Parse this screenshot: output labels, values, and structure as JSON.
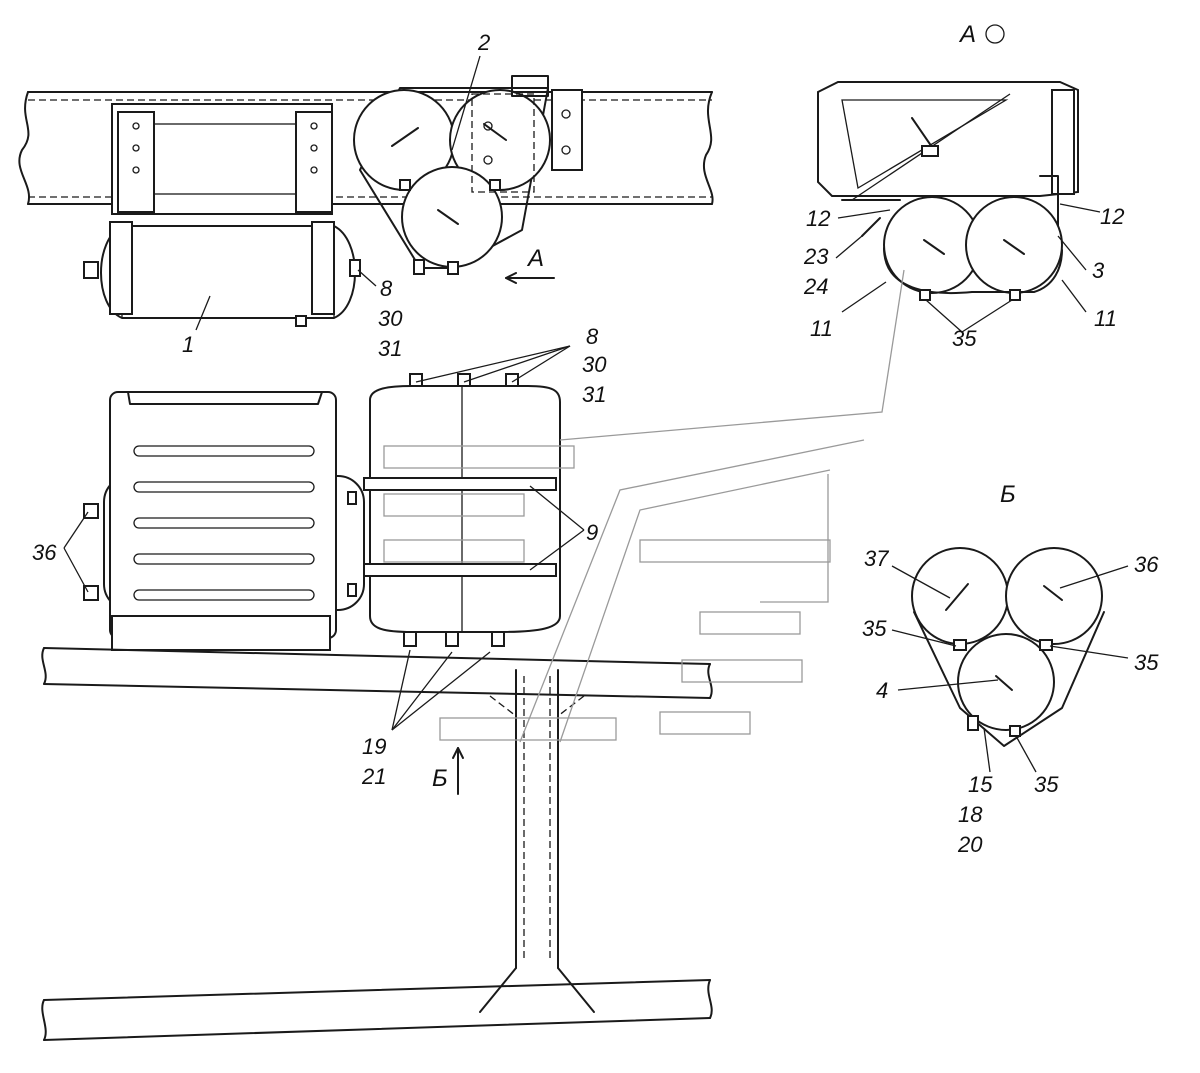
{
  "views": {
    "a_title": "А",
    "b_title": "Б",
    "a_arrow": "А",
    "b_arrow": "Б"
  },
  "labels": {
    "l1": "1",
    "l2": "2",
    "l3": "3",
    "l4": "4",
    "l8a": "8",
    "l30a": "30",
    "l31a": "31",
    "l8b": "8",
    "l30b": "30",
    "l31b": "31",
    "l9": "9",
    "l11a": "11",
    "l11b": "11",
    "l12a": "12",
    "l12b": "12",
    "l15": "15",
    "l18": "18",
    "l20": "20",
    "l19": "19",
    "l21": "21",
    "l23": "23",
    "l24": "24",
    "l35a": "35",
    "l35b": "35",
    "l35c": "35",
    "l35d": "35",
    "l36a": "36",
    "l36b": "36",
    "l37": "37"
  }
}
